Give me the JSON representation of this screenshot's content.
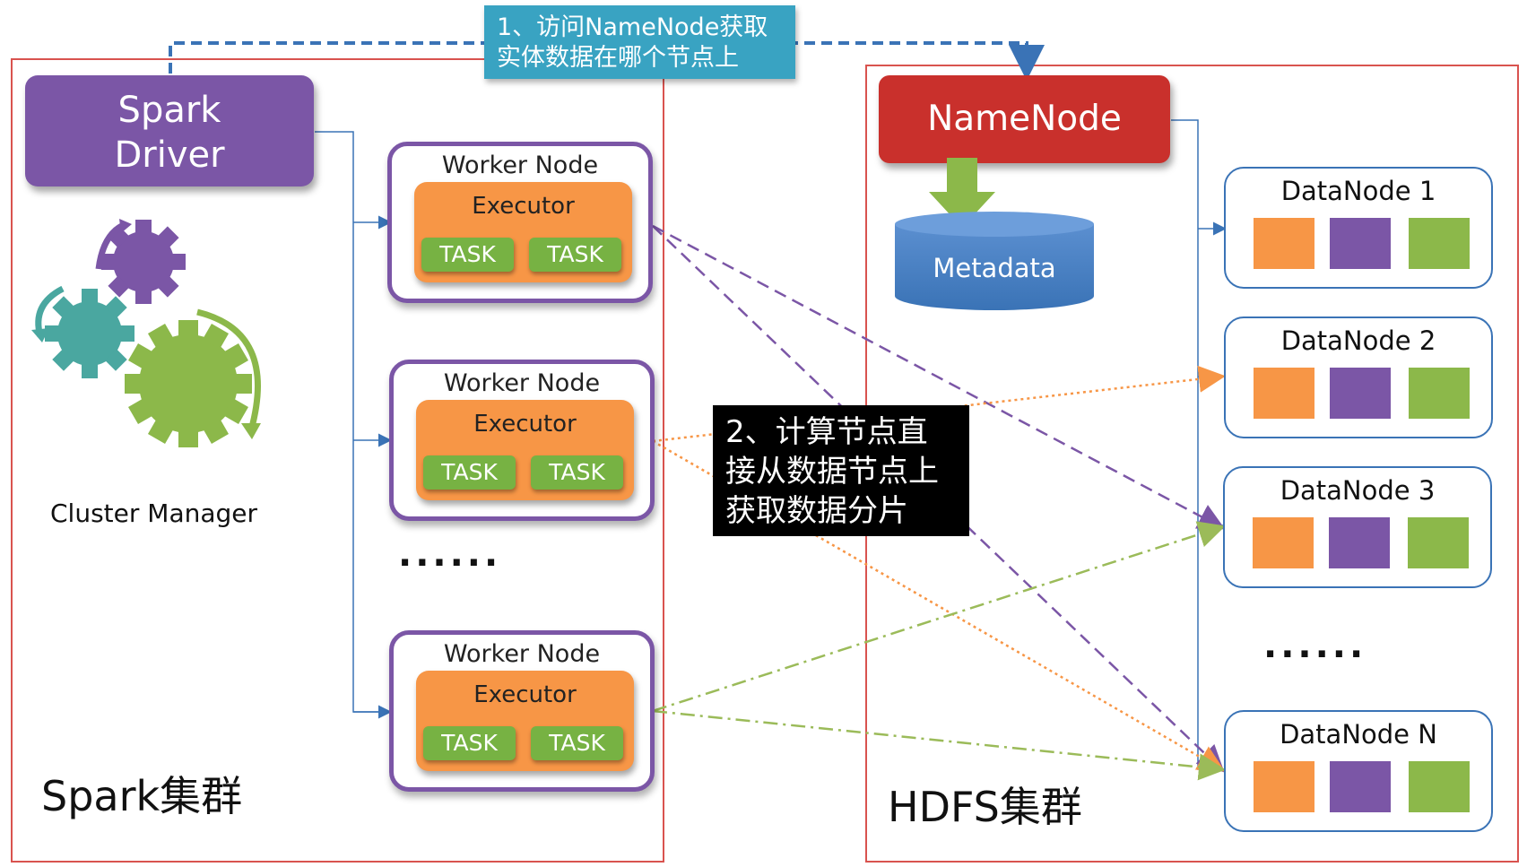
{
  "spark_cluster": {
    "label": "Spark集群",
    "driver_label_line1": "Spark",
    "driver_label_line2": "Driver",
    "cluster_manager_label": "Cluster Manager",
    "worker_nodes": [
      {
        "title": "Worker Node",
        "executor": "Executor",
        "tasks": [
          "TASK",
          "TASK"
        ]
      },
      {
        "title": "Worker Node",
        "executor": "Executor",
        "tasks": [
          "TASK",
          "TASK"
        ]
      },
      {
        "title": "Worker Node",
        "executor": "Executor",
        "tasks": [
          "TASK",
          "TASK"
        ]
      }
    ],
    "ellipsis": "......"
  },
  "hdfs_cluster": {
    "label": "HDFS集群",
    "namenode_label": "NameNode",
    "metadata_label": "Metadata",
    "datanodes": [
      {
        "title": "DataNode 1"
      },
      {
        "title": "DataNode 2"
      },
      {
        "title": "DataNode 3"
      },
      {
        "title": "DataNode N"
      }
    ],
    "ellipsis": "......"
  },
  "callouts": {
    "step1_line1": "1、访问NameNode获取",
    "step1_line2": "实体数据在哪个节点上",
    "step2_line1": "2、计算节点直",
    "step2_line2": "接从数据节点上",
    "step2_line3": "获取数据分片"
  },
  "colors": {
    "cluster_border": "#d9534f",
    "purple": "#7b56a6",
    "orange": "#f79646",
    "green": "#77b243",
    "teal": "#4aa7a0",
    "red": "#c9302c",
    "blue": "#3a73b6",
    "callout_blue": "#39a3c2"
  },
  "icons": {
    "gears": "gears-icon"
  }
}
